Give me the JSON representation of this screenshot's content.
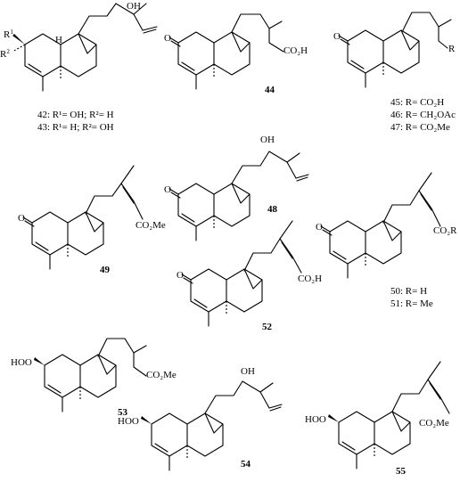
{
  "compounds": {
    "c42": {
      "number": "42",
      "label": "42: R¹= OH; R²= H",
      "r1": "R",
      "r1sup": "1",
      "r2": "R",
      "r2sup": "2",
      "oh": "OH"
    },
    "c43": {
      "number": "43",
      "label": "43: R¹= H; R²= OH"
    },
    "c44": {
      "number": "44",
      "oxo": "O",
      "acid": "CO₂H"
    },
    "c45": {
      "number": "45",
      "label": "45: R= CO₂H",
      "oxo": "O",
      "r": "R"
    },
    "c46": {
      "number": "46",
      "label": "46: R= CH₂OAc"
    },
    "c47": {
      "number": "47",
      "label": "47: R= CO₂Me"
    },
    "c48": {
      "number": "48",
      "oxo": "O",
      "oh": "OH"
    },
    "c49": {
      "number": "49",
      "oxo": "O",
      "ester": "CO₂Me"
    },
    "c50": {
      "number": "50",
      "label": "50: R= H",
      "oxo": "O",
      "ester": "CO₂R"
    },
    "c51": {
      "number": "51",
      "label": "51: R= Me"
    },
    "c52": {
      "number": "52",
      "oxo": "O",
      "acid": "CO₂H"
    },
    "c53": {
      "number": "53",
      "hoo": "HOO",
      "ester": "CO₂Me"
    },
    "c54": {
      "number": "54",
      "hoo": "HOO",
      "oh": "OH"
    },
    "c55": {
      "number": "55",
      "hoo": "HOO",
      "ester": "CO₂Me"
    }
  },
  "stereo_h": "H"
}
